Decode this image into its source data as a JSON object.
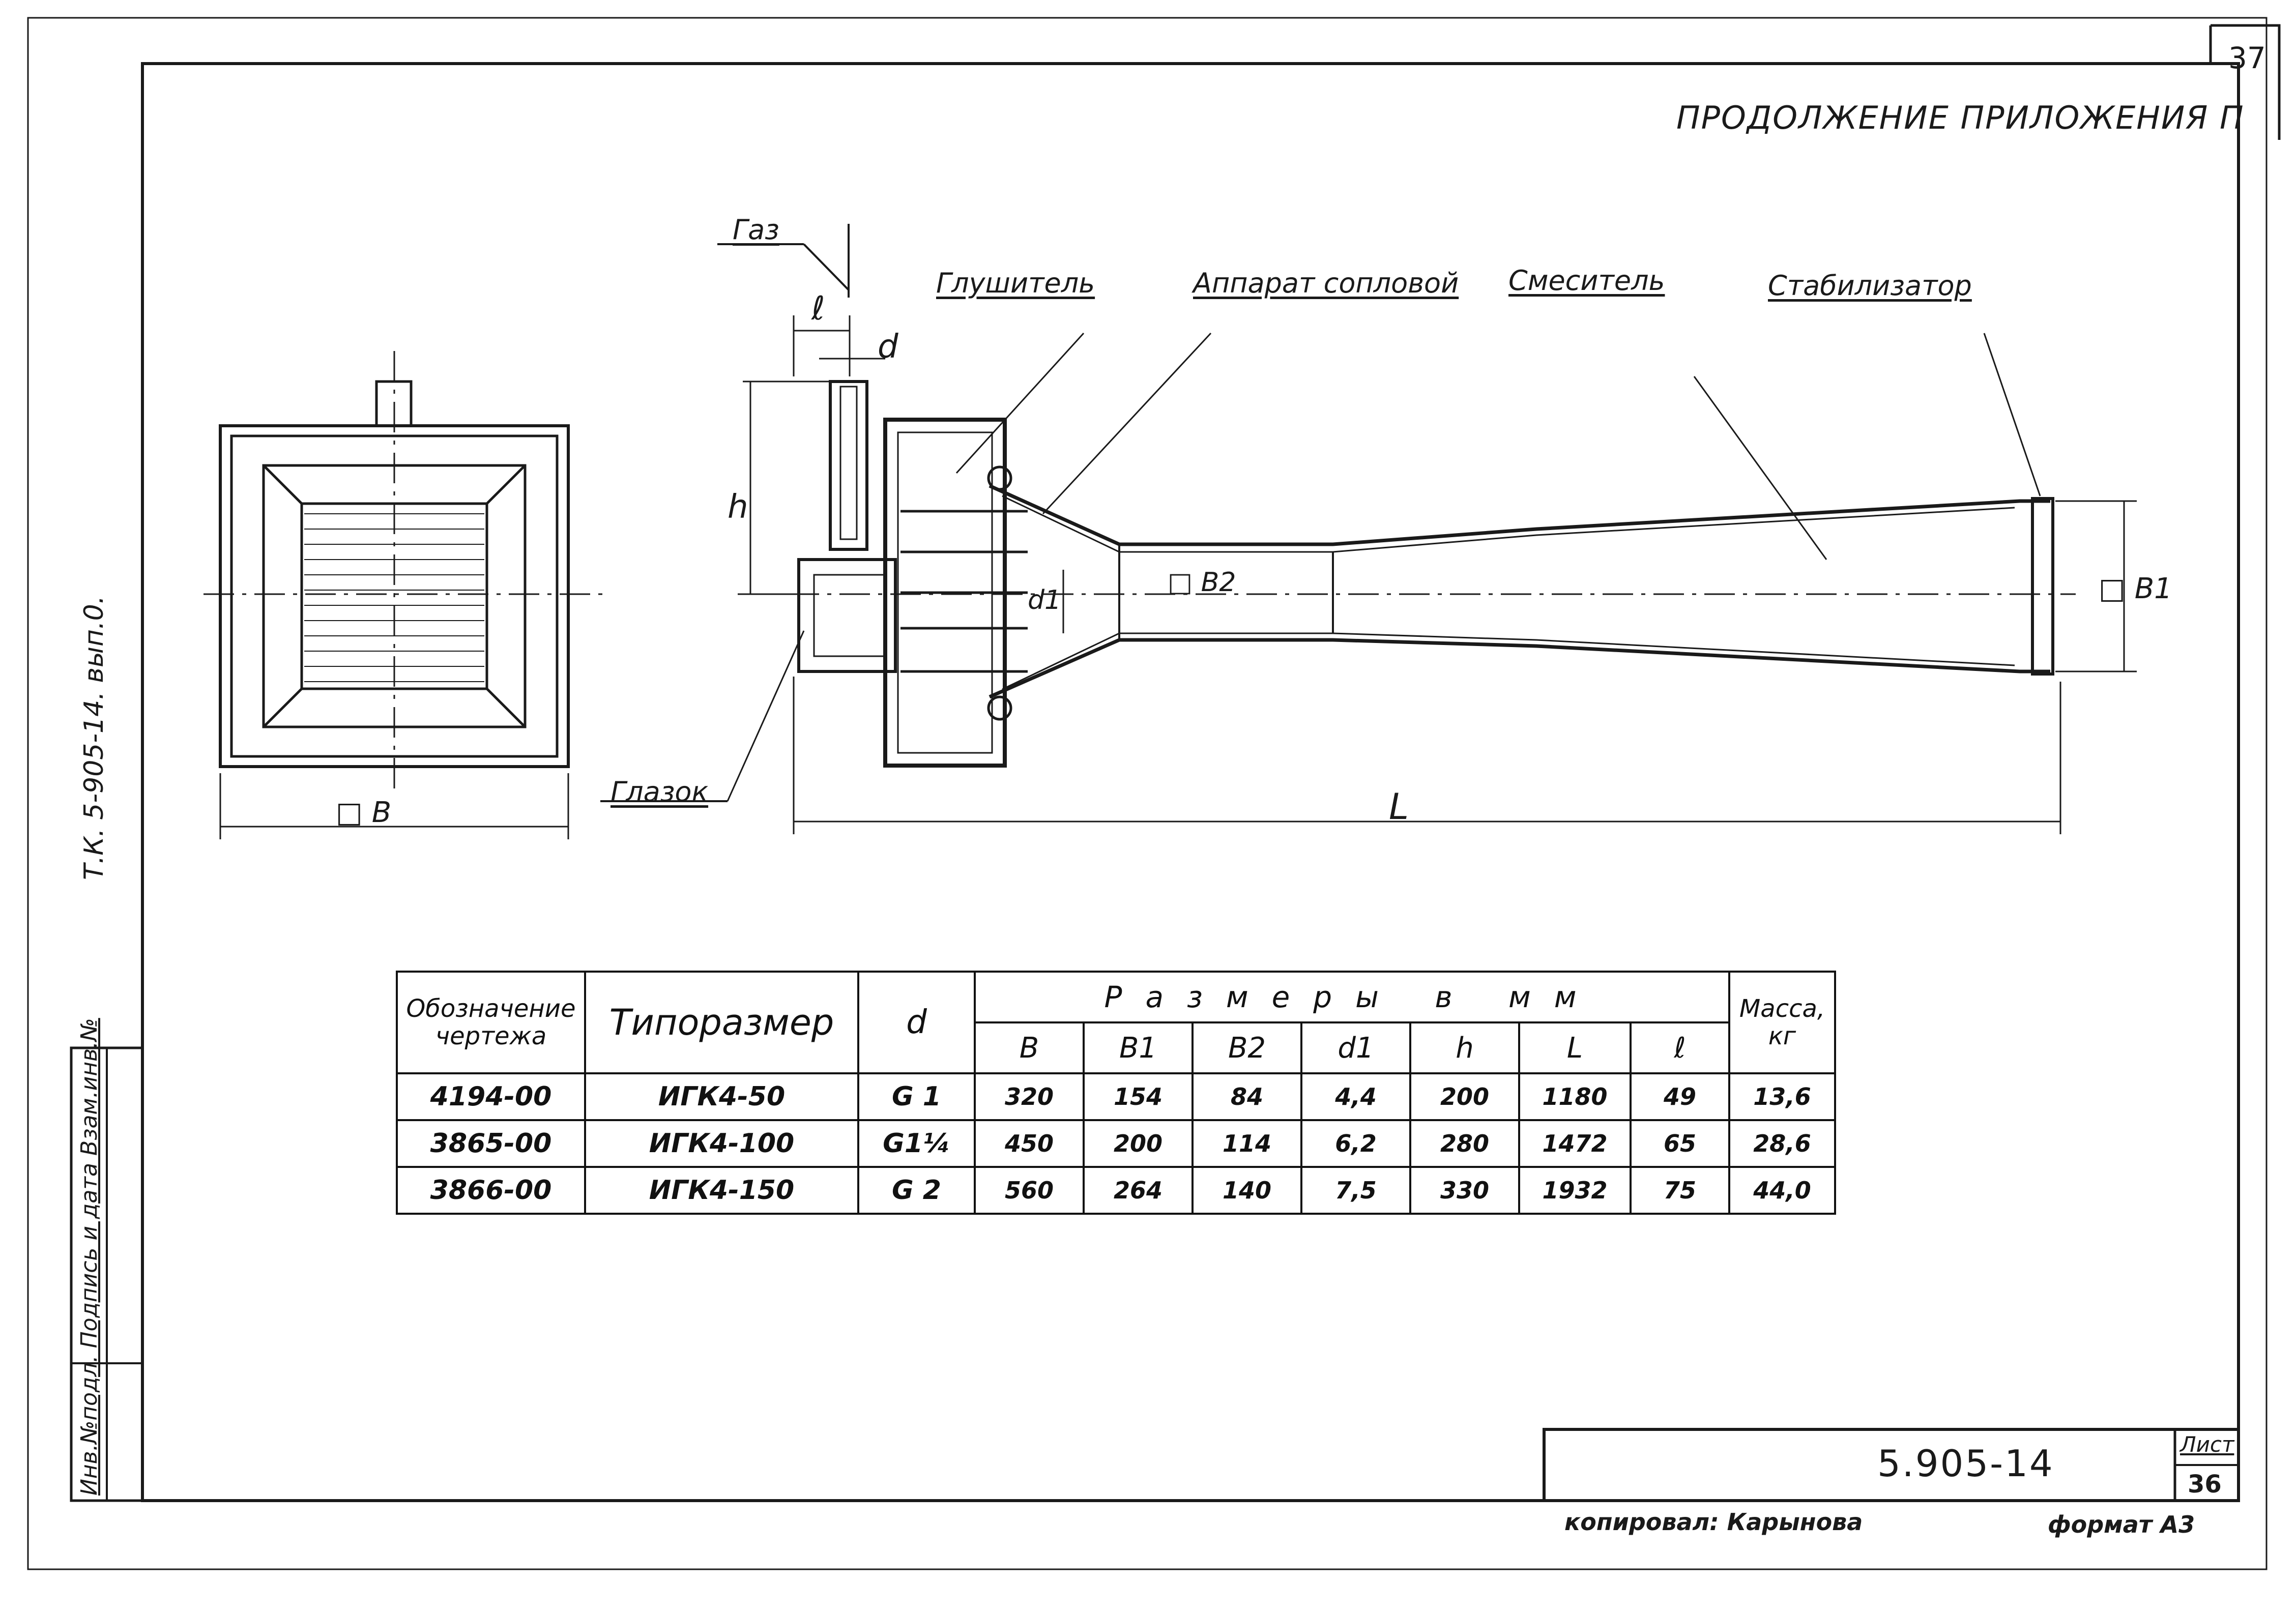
{
  "page_number": "37",
  "heading": "ПРОДОЛЖЕНИЕ ПРИЛОЖЕНИЯ П",
  "side_text": "Т.К. 5-905-14. вып.0.",
  "stamp_column": "Инв.№подл. Подпись и дата Взам.инв.№",
  "drawing_labels": {
    "gas": "Газ",
    "silencer": "Глушитель",
    "nozzle": "Аппарат сопловой",
    "mixer": "Смеситель",
    "stabilizer": "Стабилизатор",
    "peephole": "Глазок",
    "dim_l": "ℓ",
    "dim_d": "d",
    "dim_h": "h",
    "dim_d1": "d1",
    "dim_b2": "□ B2",
    "dim_b1": "□ B1",
    "dim_L": "L",
    "dim_B": "□ B"
  },
  "table": {
    "headers": {
      "designation": "Обозначение чертежа",
      "type": "Типоразмер",
      "d": "d",
      "sizes_group": "Размеры в мм",
      "mass": "Масса, кг",
      "sub": [
        "B",
        "B1",
        "B2",
        "d1",
        "h",
        "L",
        "ℓ"
      ]
    },
    "rows": [
      {
        "designation": "4194-00",
        "type": "ИГК4-50",
        "d": "G 1",
        "B": "320",
        "B1": "154",
        "B2": "84",
        "d1": "4,4",
        "h": "200",
        "L": "1180",
        "l": "49",
        "mass": "13,6"
      },
      {
        "designation": "3865-00",
        "type": "ИГК4-100",
        "d": "G1¼",
        "B": "450",
        "B1": "200",
        "B2": "114",
        "d1": "6,2",
        "h": "280",
        "L": "1472",
        "l": "65",
        "mass": "28,6"
      },
      {
        "designation": "3866-00",
        "type": "ИГК4-150",
        "d": "G 2",
        "B": "560",
        "B1": "264",
        "B2": "140",
        "d1": "7,5",
        "h": "330",
        "L": "1932",
        "l": "75",
        "mass": "44,0"
      }
    ]
  },
  "title_block": {
    "doc_number": "5.905-14",
    "sheet_label": "Лист",
    "sheet_number": "36",
    "copied_by": "копировал: Карынова",
    "format": "формат А3"
  }
}
